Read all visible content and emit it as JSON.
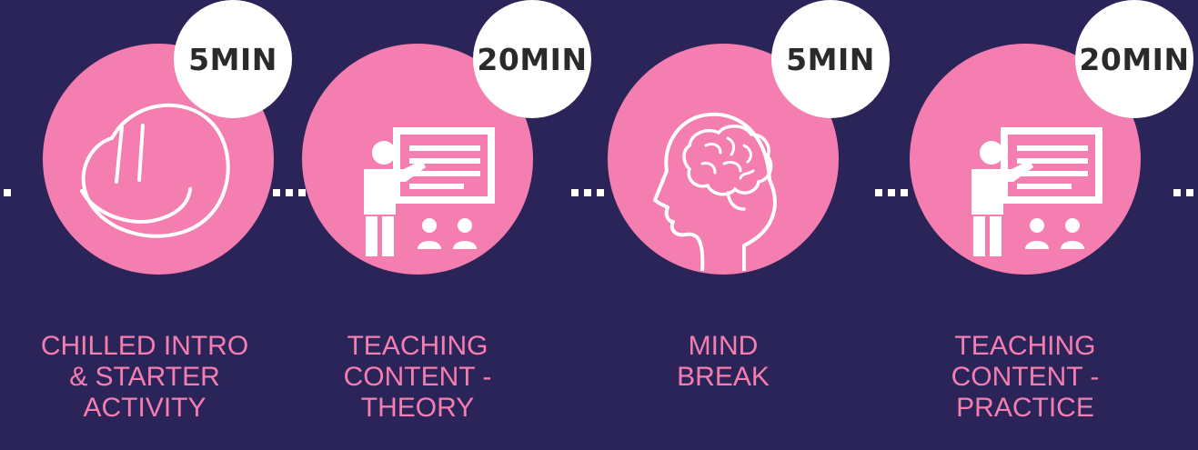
{
  "colors": {
    "background": "#2b2459",
    "circle": "#f57eb0",
    "badge": "#ffffff",
    "badge_text": "#2a2a2a",
    "label": "#f57eb0",
    "icon_stroke": "#ffffff"
  },
  "steps": [
    {
      "duration": "5MIN",
      "icon": "smiley-face-icon",
      "label_lines": [
        "CHILLED INTRO",
        "& STARTER",
        "ACTIVITY"
      ]
    },
    {
      "duration": "20MIN",
      "icon": "teacher-board-icon",
      "label_lines": [
        "TEACHING",
        "CONTENT -",
        "THEORY"
      ]
    },
    {
      "duration": "5MIN",
      "icon": "head-brain-icon",
      "label_lines": [
        "MIND",
        "BREAK"
      ]
    },
    {
      "duration": "20MIN",
      "icon": "teacher-board-icon",
      "label_lines": [
        "TEACHING",
        "CONTENT -",
        "PRACTICE"
      ]
    }
  ]
}
